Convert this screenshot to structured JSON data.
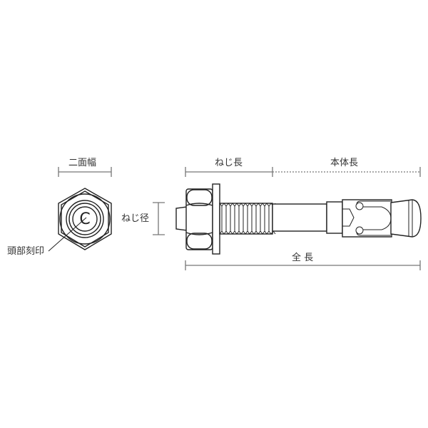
{
  "labels": {
    "width_across_flats": "二面幅",
    "head_marking": "頭部刻印",
    "thread_diameter": "ねじ径",
    "thread_length": "ねじ長",
    "body_length": "本体長",
    "overall_length": "全 長"
  },
  "head_mark_letter": "C",
  "colors": {
    "line": "#222222",
    "dimension": "#777777"
  }
}
